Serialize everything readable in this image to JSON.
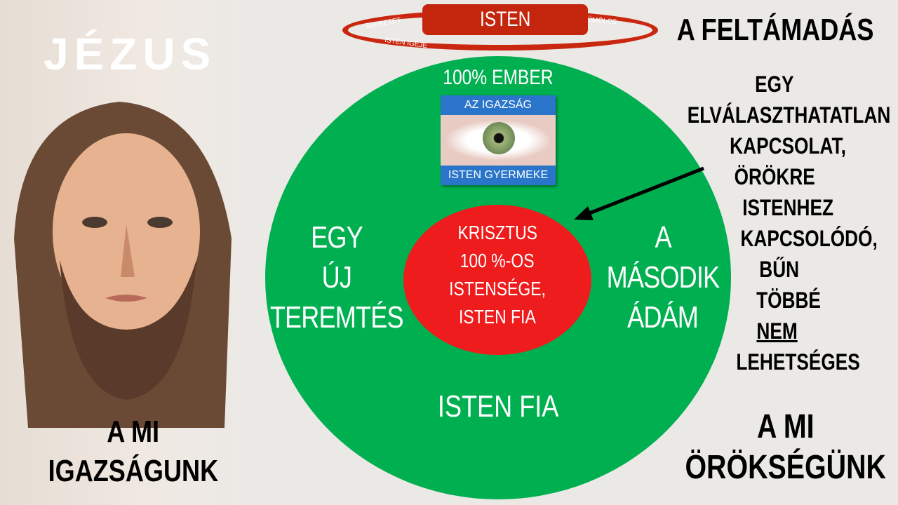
{
  "left_panel": {
    "title": "JÉZUS",
    "caption_line1": "A MI",
    "caption_line2": "IGAZSÁGUNK"
  },
  "top": {
    "center_label": "ISTEN",
    "ring_labels": [
      "SZERETET",
      "GYÜMÖLCS",
      "ISTEN IGÉJE"
    ],
    "heading": "A FELTÁMADÁS"
  },
  "circle": {
    "top_label": "100% EMBER",
    "eye_top": "AZ IGAZSÁG",
    "eye_bottom": "ISTEN GYERMEKE",
    "left_lines": [
      "EGY",
      "ÚJ",
      "TEREMTÉS"
    ],
    "right_lines": [
      "A",
      "MÁSODIK",
      "ÁDÁM"
    ],
    "bottom_label": "ISTEN FIA",
    "center_lines": [
      "KRISZTUS",
      "100 %-OS",
      "ISTENSÉGE,",
      "ISTEN FIA"
    ]
  },
  "right_panel": {
    "lines": [
      "EGY",
      "ELVÁLASZTHATATLAN",
      "KAPCSOLAT,",
      "ÖRÖKRE",
      "ISTENHEZ",
      "KAPCSOLÓDÓ,",
      "BŰN",
      "TÖBBÉ",
      "NEM",
      "LEHETSÉGES"
    ],
    "caption_line1": "A MI",
    "caption_line2": "ÖRÖKSÉGÜNK"
  },
  "colors": {
    "green": "#00b050",
    "red": "#ee1c1c",
    "ring": "#c4260d",
    "blue": "#2a75c9"
  }
}
